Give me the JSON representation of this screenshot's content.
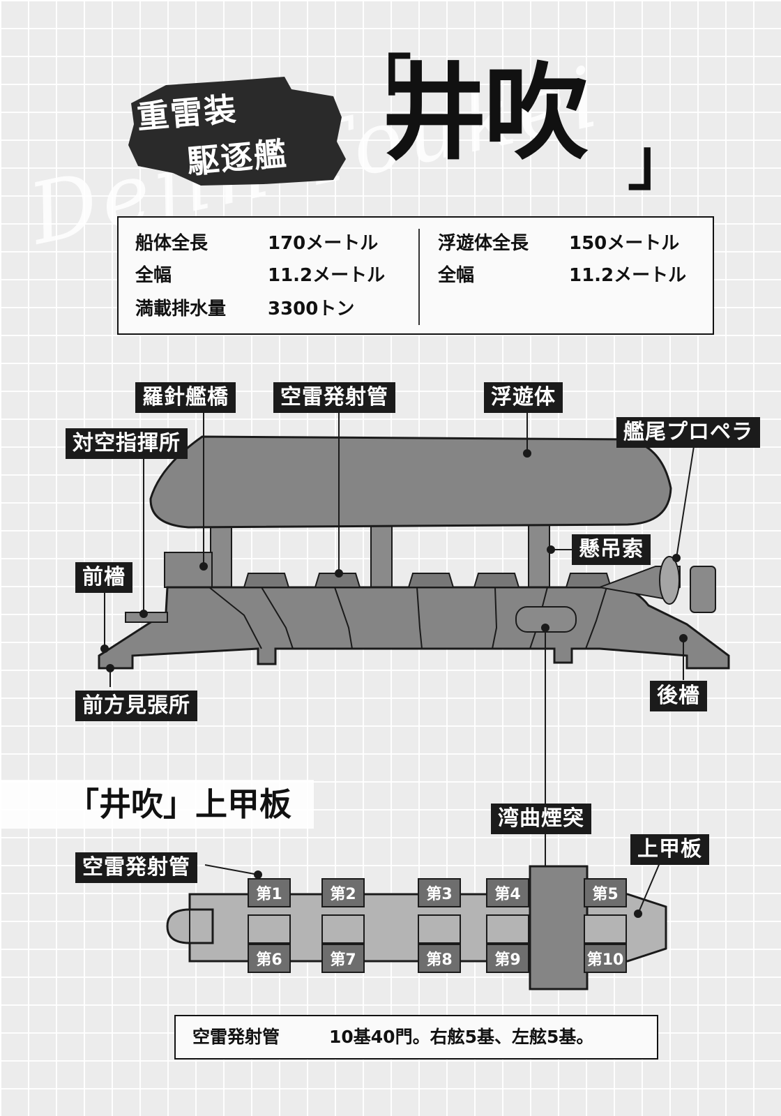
{
  "header": {
    "ghost_script": "Dejin Toukei",
    "subtitle_line1": "重雷装",
    "subtitle_line2": "駆逐艦",
    "open_bracket": "「",
    "ship_name": "井吹",
    "close_bracket": "」"
  },
  "specs": {
    "left": [
      {
        "label": "船体全長",
        "value": "170メートル"
      },
      {
        "label": "全幅",
        "value": "11.2メートル"
      },
      {
        "label": "満載排水量",
        "value": "3300トン"
      }
    ],
    "right": [
      {
        "label": "浮遊体全長",
        "value": "150メートル"
      },
      {
        "label": "全幅",
        "value": "11.2メートル"
      }
    ]
  },
  "side_view": {
    "labels": {
      "compass_bridge": "羅針艦橋",
      "torpedo_tubes": "空雷発射管",
      "float_body": "浮遊体",
      "stern_propeller": "艦尾プロペラ",
      "aa_director": "対空指揮所",
      "suspension_cable": "懸吊索",
      "foremast": "前檣",
      "forward_lookout": "前方見張所",
      "mainmast": "後檣",
      "curved_funnel": "湾曲煙突"
    }
  },
  "deck_view": {
    "section_title": "「井吹」上甲板",
    "labels": {
      "torpedo_tubes": "空雷発射管",
      "upper_deck": "上甲板"
    },
    "mounts_top": [
      "第1",
      "第2",
      "第3",
      "第4",
      "第5"
    ],
    "mounts_bottom": [
      "第6",
      "第7",
      "第8",
      "第9",
      "第10"
    ]
  },
  "summary": {
    "label": "空雷発射管",
    "text": "10基40門。右舷5基、左舷5基。"
  },
  "colors": {
    "hull": "#858585",
    "hull_dark": "#6e6e6e",
    "outline": "#1a1a1a",
    "label_bg": "#1b1b1b",
    "deck_light": "#b4b4b4"
  }
}
